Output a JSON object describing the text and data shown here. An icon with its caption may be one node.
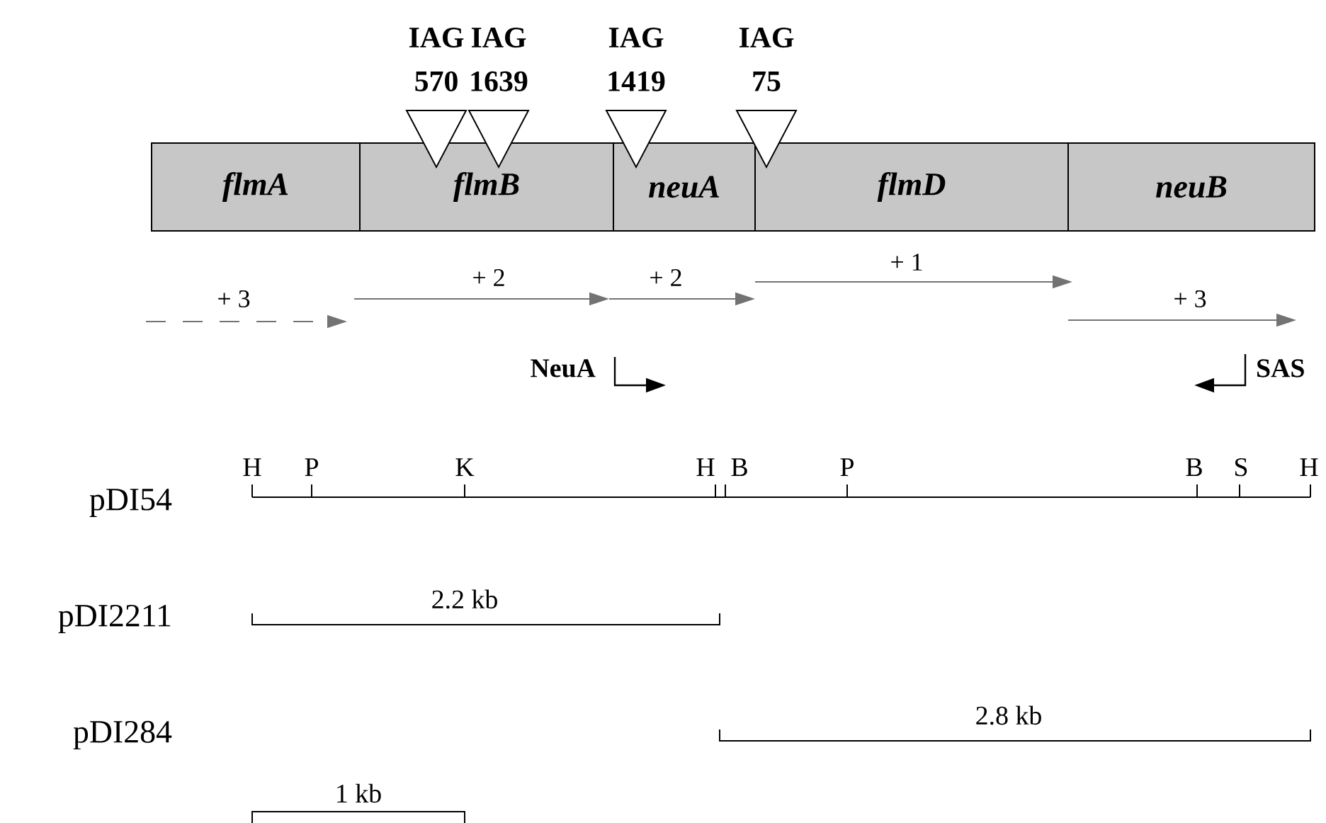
{
  "diagram": {
    "nodes": [
      {
        "text": [
          "flmA"
        ]
      },
      {
        "text": [
          "flmB"
        ]
      },
      {
        "text": [
          "neuA"
        ]
      },
      {
        "text": [
          "flmD"
        ]
      },
      {
        "text": [
          "neuB"
        ]
      },
      {
        "text": [
          "IAG 570"
        ]
      },
      {
        "text": [
          "IAG 1639"
        ]
      },
      {
        "text": [
          "IAG 1419"
        ]
      },
      {
        "text": [
          "IAG 75"
        ]
      }
    ],
    "labels": [
      "+ 3",
      "+ 2",
      "+ 2",
      "+ 1",
      "+ 3",
      "NeuA",
      "SAS",
      "H",
      "P",
      "K",
      "H",
      "B",
      "P",
      "B",
      "S",
      "H",
      "pDI54",
      "pDI2211",
      "2.2 kb",
      "pDI284",
      "2.8 kb",
      "1 kb"
    ]
  }
}
